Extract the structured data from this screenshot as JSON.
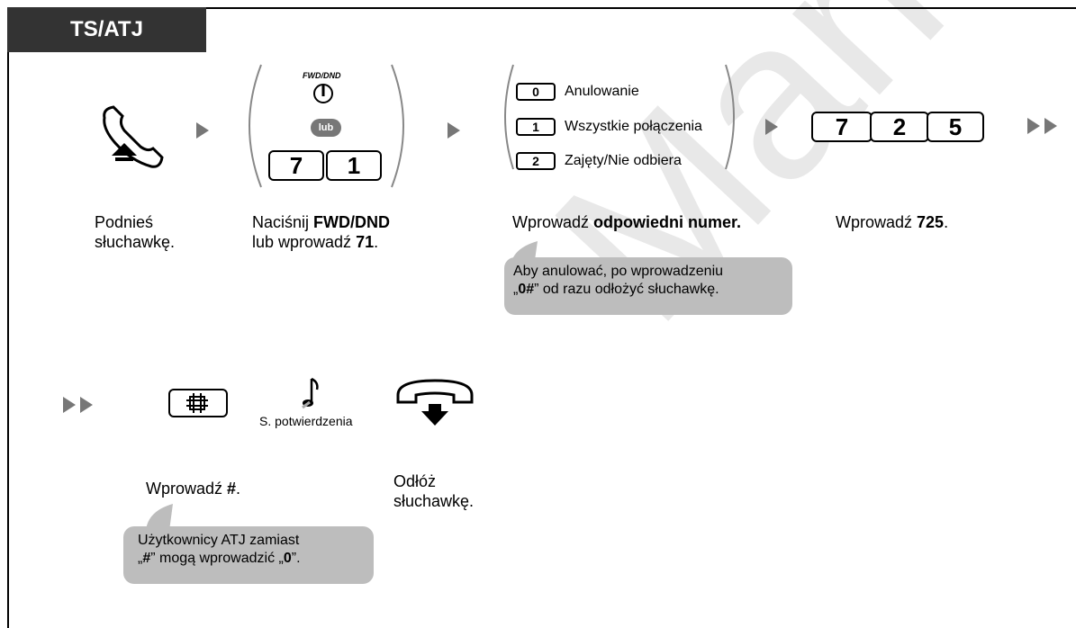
{
  "header": {
    "tab_label": "TS/ATJ"
  },
  "watermark": "Marketing Europe",
  "step1": {
    "label_line1": "Podnieś",
    "label_line2": "słuchawkę."
  },
  "step2": {
    "button_label": "FWD/DND",
    "or_label": "lub",
    "keys": [
      "7",
      "1"
    ],
    "text_pre": "Naciśnij ",
    "text_bold": "FWD/DND",
    "text_line2_pre": "lub wprowadź ",
    "text_line2_bold": "71",
    "text_line2_post": "."
  },
  "step3": {
    "options": [
      {
        "key": "0",
        "label": "Anulowanie"
      },
      {
        "key": "1",
        "label": "Wszystkie połączenia"
      },
      {
        "key": "2",
        "label": "Zajęty/Nie odbiera"
      }
    ],
    "text_pre": "Wprowadź ",
    "text_bold": "odpowiedni numer.",
    "note_line1": "Aby anulować, po wprowadzeniu",
    "note_line2_pre": "„",
    "note_line2_bold": "0#",
    "note_line2_post": "” od razu odłożyć słuchawkę."
  },
  "step4": {
    "keys": [
      "7",
      "2",
      "5"
    ],
    "text_pre": "Wprowadź ",
    "text_bold": "725",
    "text_post": "."
  },
  "step5": {
    "key_symbol": "#",
    "text_pre": "Wprowadź ",
    "text_bold": "#",
    "text_post": ".",
    "note_line1": "Użytkownicy ATJ zamiast",
    "note_line2_pre": "„",
    "note_line2_bold": "#",
    "note_line2_mid": "” mogą wprowadzić „",
    "note_line2_bold2": "0",
    "note_line2_post": "”."
  },
  "step6": {
    "tone_label": "S. potwierdzenia",
    "label_line1": "Odłóż",
    "label_line2": "słuchawkę."
  }
}
